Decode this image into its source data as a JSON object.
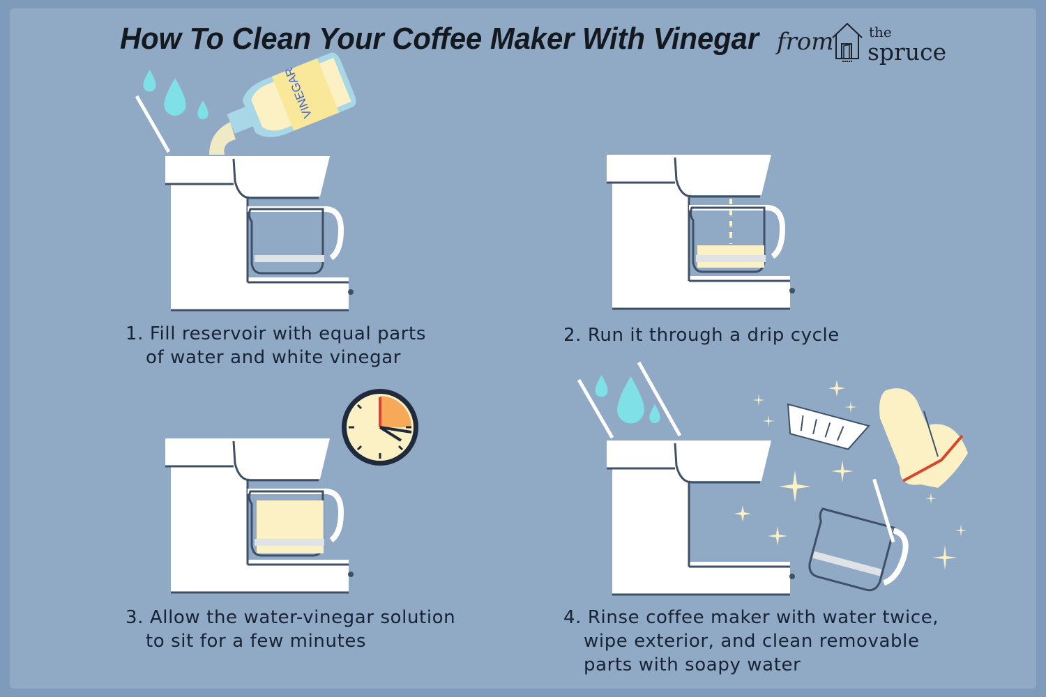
{
  "header": {
    "title": "How To Clean Your Coffee Maker With Vinegar",
    "from": "from",
    "brand_the": "the",
    "brand_name": "spruce"
  },
  "bottle_label": "VINEGAR",
  "steps": [
    {
      "number": "1.",
      "lines": [
        "Fill reservoir with equal parts",
        "of water and white vinegar"
      ]
    },
    {
      "number": "2.",
      "lines": [
        "Run it through a drip cycle"
      ]
    },
    {
      "number": "3.",
      "lines": [
        "Allow the water-vinegar solution",
        "to sit for a few minutes"
      ]
    },
    {
      "number": "4.",
      "lines": [
        "Rinse coffee maker with water twice,",
        "wipe exterior, and clean removable",
        "parts with soapy water"
      ]
    }
  ],
  "colors": {
    "background": "#90a9c4",
    "border": "#7f9bbb",
    "machine": "#ffffff",
    "outline": "#3e4f66",
    "water_drop": "#7fe0e8",
    "vinegar": "#fbf1c4",
    "clock_face": "#fbf1c4",
    "clock_wedge": "#f7a95a",
    "clock_hand": "#e0402a",
    "towel_stripe": "#d8452a",
    "sparkle": "#fbf1c4"
  }
}
